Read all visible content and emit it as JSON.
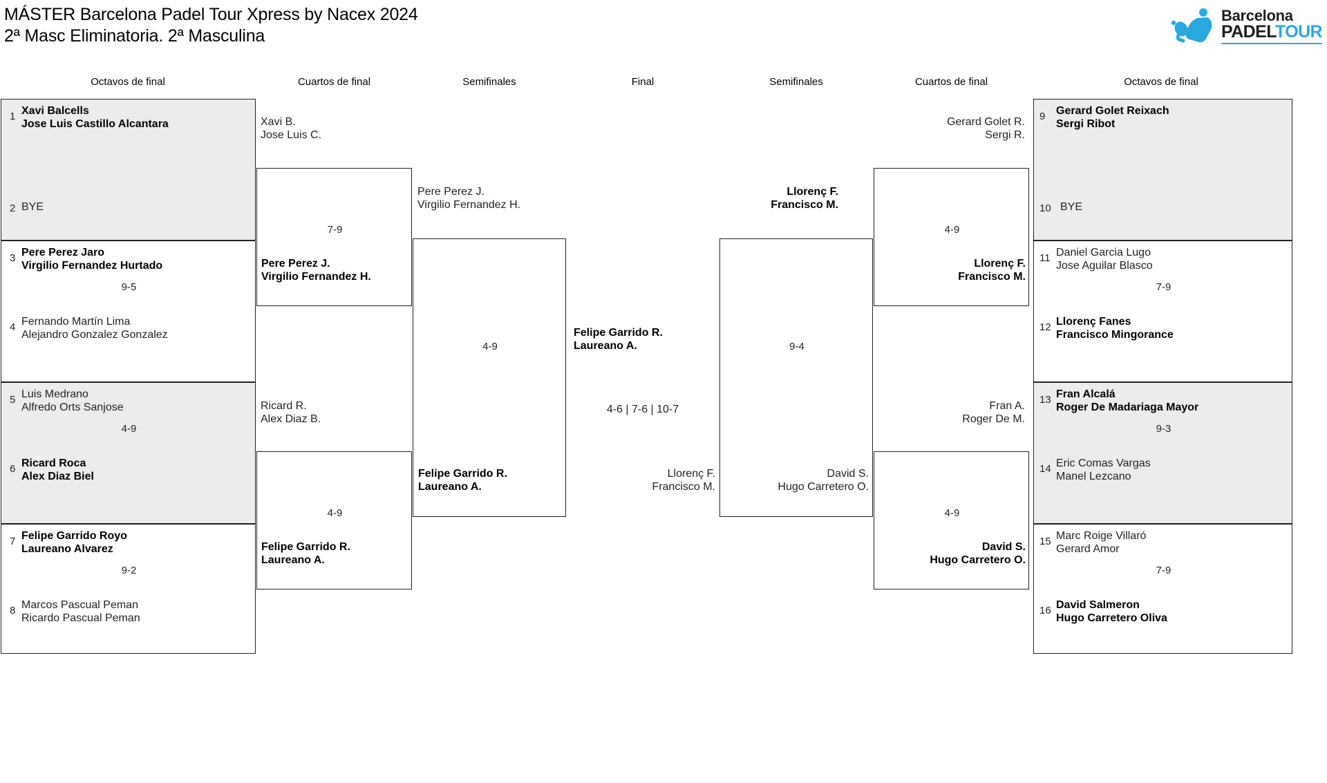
{
  "header": {
    "title_line1": "MÁSTER Barcelona Padel Tour Xpress by Nacex 2024",
    "title_line2": "2ª Masc Eliminatoria. 2ª Masculina"
  },
  "logo": {
    "word1": "Barcelona",
    "word2a": "PADEL",
    "word2b": "TOUR",
    "brand_blue": "#29a8e0",
    "brand_dark": "#1d1d1b"
  },
  "round_headers": {
    "left_r16": "Octavos de final",
    "left_qf": "Cuartos de final",
    "left_sf": "Semifinales",
    "final": "Final",
    "right_sf": "Semifinales",
    "right_qf": "Cuartos de final",
    "right_r16": "Octavos de final"
  },
  "left": {
    "r16": [
      {
        "seed_top": "1",
        "top_l1": "Xavi Balcells",
        "top_l2": "Jose Luis Castillo Alcantara",
        "top_win": true,
        "seed_bot": "2",
        "bot_l1": "BYE",
        "bot_l2": "",
        "bot_win": false,
        "score": "",
        "shaded": true
      },
      {
        "seed_top": "3",
        "top_l1": "Pere Perez Jaro",
        "top_l2": "Virgilio Fernandez Hurtado",
        "top_win": true,
        "seed_bot": "4",
        "bot_l1": "Fernando Martín Lima",
        "bot_l2": "Alejandro Gonzalez Gonzalez",
        "bot_win": false,
        "score": "9-5",
        "shaded": false
      },
      {
        "seed_top": "5",
        "top_l1": "Luis Medrano",
        "top_l2": "Alfredo Orts Sanjose",
        "top_win": false,
        "seed_bot": "6",
        "bot_l1": "Ricard Roca",
        "bot_l2": "Alex Diaz Biel",
        "bot_win": true,
        "score": "4-9",
        "shaded": true
      },
      {
        "seed_top": "7",
        "top_l1": "Felipe Garrido Royo",
        "top_l2": "Laureano Alvarez",
        "top_win": true,
        "seed_bot": "8",
        "bot_l1": "Marcos Pascual Peman",
        "bot_l2": "Ricardo Pascual Peman",
        "bot_win": false,
        "score": "9-2",
        "shaded": false
      }
    ],
    "qf": [
      {
        "top_l1": "Xavi B.",
        "top_l2": "Jose Luis C.",
        "top_win": false,
        "bot_l1": "Pere Perez J.",
        "bot_l2": "Virgilio Fernandez H.",
        "bot_win": true,
        "score": "7-9"
      },
      {
        "top_l1": "Ricard R.",
        "top_l2": "Alex Diaz B.",
        "top_win": false,
        "bot_l1": "Felipe Garrido R.",
        "bot_l2": "Laureano A.",
        "bot_win": true,
        "score": "4-9"
      }
    ],
    "sf": {
      "top_l1": "Pere Perez J.",
      "top_l2": "Virgilio Fernandez H.",
      "top_win": false,
      "bot_l1": "Felipe Garrido R.",
      "bot_l2": "Laureano A.",
      "bot_win": true,
      "score": "4-9"
    }
  },
  "final": {
    "top_l1": "Felipe Garrido R.",
    "top_l2": "Laureano A.",
    "top_win": true,
    "bot_l1": "Llorenç F.",
    "bot_l2": "Francisco M.",
    "bot_win": false,
    "score": "4-6 | 7-6 | 10-7"
  },
  "right": {
    "r16": [
      {
        "seed_top": "9",
        "top_l1": "Gerard Golet Reixach",
        "top_l2": "Sergi Ribot",
        "top_win": true,
        "seed_bot": "10",
        "bot_l1": "BYE",
        "bot_l2": "",
        "bot_win": false,
        "score": "",
        "shaded": true
      },
      {
        "seed_top": "11",
        "top_l1": "Daniel Garcia Lugo",
        "top_l2": "Jose Aguilar Blasco",
        "top_win": false,
        "seed_bot": "12",
        "bot_l1": "Llorenç Fanes",
        "bot_l2": "Francisco Mingorance",
        "bot_win": true,
        "score": "7-9",
        "shaded": false
      },
      {
        "seed_top": "13",
        "top_l1": "Fran Alcalá",
        "top_l2": "Roger De Madariaga Mayor",
        "top_win": true,
        "seed_bot": "14",
        "bot_l1": "Eric Comas Vargas",
        "bot_l2": "Manel Lezcano",
        "bot_win": false,
        "score": "9-3",
        "shaded": true
      },
      {
        "seed_top": "15",
        "top_l1": "Marc Roige Villaró",
        "top_l2": "Gerard Amor",
        "top_win": false,
        "seed_bot": "16",
        "bot_l1": "David Salmeron",
        "bot_l2": "Hugo Carretero Oliva",
        "bot_win": true,
        "score": "7-9",
        "shaded": false
      }
    ],
    "qf": [
      {
        "top_l1": "Gerard Golet R.",
        "top_l2": "Sergi R.",
        "top_win": false,
        "bot_l1": "Llorenç F.",
        "bot_l2": "Francisco M.",
        "bot_win": true,
        "score": "4-9"
      },
      {
        "top_l1": "Fran A.",
        "top_l2": "Roger De M.",
        "top_win": false,
        "bot_l1": "David S.",
        "bot_l2": "Hugo Carretero O.",
        "bot_win": true,
        "score": "4-9"
      }
    ],
    "sf": {
      "top_l1": "Llorenç F.",
      "top_l2": "Francisco M.",
      "top_win": true,
      "bot_l1": "David S.",
      "bot_l2": "Hugo Carretero O.",
      "bot_win": false,
      "score": "9-4"
    }
  }
}
